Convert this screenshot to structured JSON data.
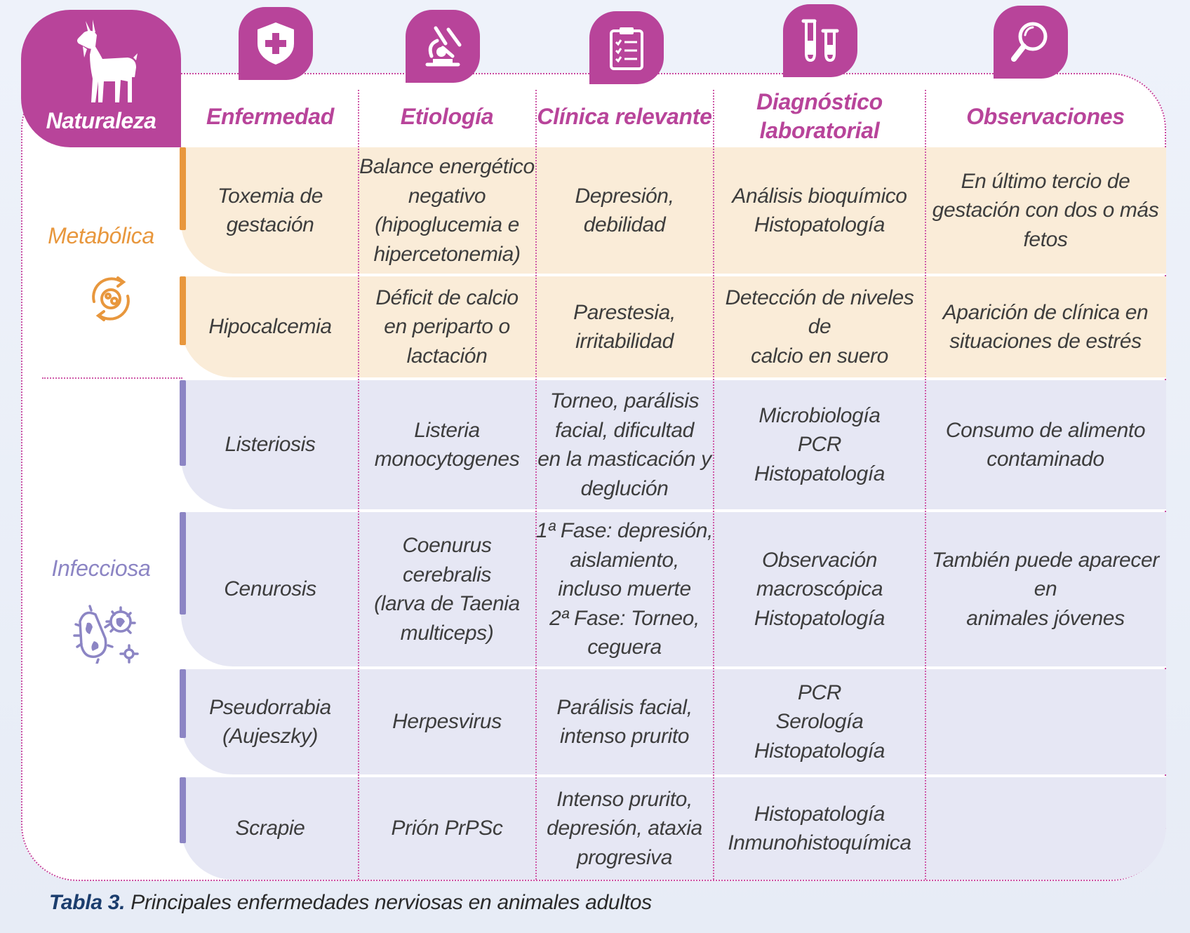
{
  "header": {
    "naturaleza": "Naturaleza",
    "columns": [
      "Enfermedad",
      "Etiología",
      "Clínica relevante",
      "Diagnóstico\nlaboratorial",
      "Observaciones"
    ],
    "icons": [
      "shield-cross-icon",
      "microscope-icon",
      "clipboard-icon",
      "test-tubes-icon",
      "magnifier-icon"
    ]
  },
  "categories": {
    "metabolica": {
      "label": "Metabólica",
      "icon": "metabolism-cycle-icon",
      "color": "#e8973d"
    },
    "infecciosa": {
      "label": "Infecciosa",
      "icon": "germs-icon",
      "color": "#8c85c4"
    }
  },
  "rows": [
    {
      "enfermedad": "Toxemia de\ngestación",
      "etiologia": "Balance energético\nnegativo\n(hipoglucemia e\nhipercetonemia)",
      "clinica": "Depresión,\ndebilidad",
      "diagnostico": "Análisis bioquímico\nHistopatología",
      "observaciones": "En último tercio de\ngestación con dos o más\nfetos"
    },
    {
      "enfermedad": "Hipocalcemia",
      "etiologia": "Déficit de calcio\nen periparto o\nlactación",
      "clinica": "Parestesia,\nirritabilidad",
      "diagnostico": "Detección de niveles de\ncalcio en suero",
      "observaciones": "Aparición de clínica en\nsituaciones de estrés"
    },
    {
      "enfermedad": "Listeriosis",
      "etiologia": "Listeria\nmonocytogenes",
      "clinica": "Torneo, parálisis\nfacial, dificultad\nen la masticación y\ndeglución",
      "diagnostico": "Microbiología\nPCR\nHistopatología",
      "observaciones": "Consumo de alimento\ncontaminado"
    },
    {
      "enfermedad": "Cenurosis",
      "etiologia": "Coenurus cerebralis\n(larva de Taenia\nmulticeps)",
      "clinica": "1ª Fase: depresión,\naislamiento,\nincluso muerte\n2ª Fase: Torneo,\nceguera",
      "diagnostico": "Observación\nmacroscópica\nHistopatología",
      "observaciones": "También puede aparecer en\nanimales jóvenes"
    },
    {
      "enfermedad": "Pseudorrabia\n(Aujeszky)",
      "etiologia": "Herpesvirus",
      "clinica": "Parálisis facial,\nintenso prurito",
      "diagnostico": "PCR\nSerología\nHistopatología",
      "observaciones": ""
    },
    {
      "enfermedad": "Scrapie",
      "etiologia": "Prión PrPSc",
      "clinica": "Intenso prurito,\ndepresión, ataxia\nprogresiva",
      "diagnostico": "Histopatología\nInmunohistoquímica",
      "observaciones": ""
    }
  ],
  "caption": {
    "bold": "Tabla 3.",
    "text": " Principales enfermedades nerviosas en animales adultos"
  },
  "colors": {
    "magenta": "#b8449a",
    "meta_bg": "#faecd8",
    "inf_bg": "#e6e7f4"
  }
}
